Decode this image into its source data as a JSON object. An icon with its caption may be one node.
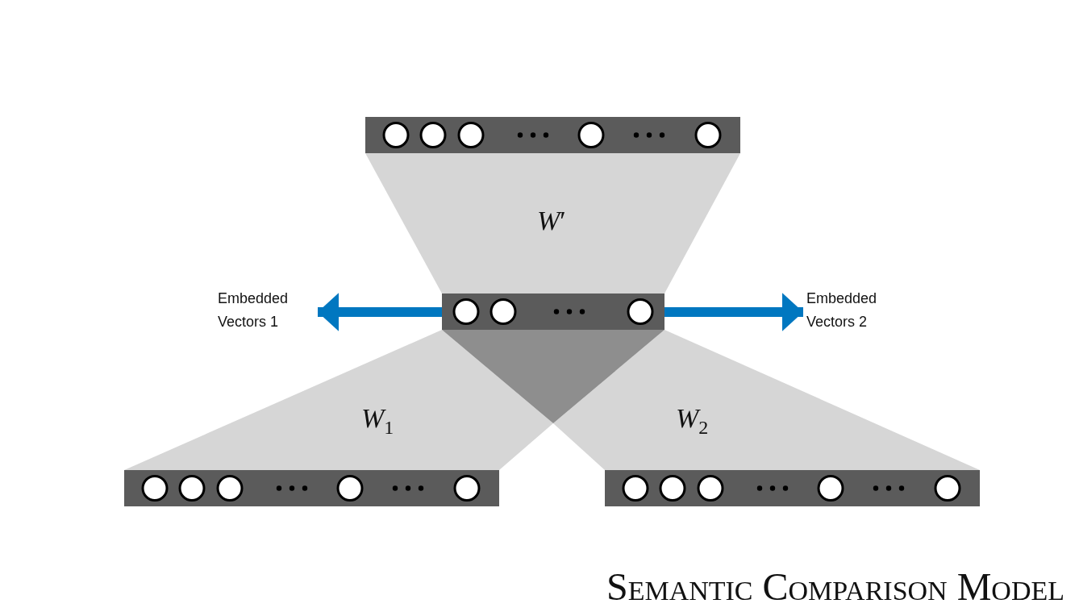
{
  "diagram": {
    "title": "Semantic Comparison Model",
    "nodes": [
      {
        "text": [],
        "shape": "bar"
      },
      {
        "text": [],
        "shape": "bar"
      },
      {
        "text": [],
        "shape": "bar"
      },
      {
        "text": [],
        "shape": "bar"
      },
      {
        "text": [
          "Embedded Vectors 1"
        ]
      },
      {
        "text": [
          "Embedded Vectors 2"
        ]
      }
    ],
    "edges": [
      {
        "from": 1,
        "to": 4,
        "arrow": "to",
        "color": "#0077c0"
      },
      {
        "from": 1,
        "to": 5,
        "arrow": "to",
        "color": "#0077c0"
      }
    ],
    "labels": [
      "*W*′",
      "*W*$_{1}$",
      "*W*$_{2}$"
    ]
  }
}
